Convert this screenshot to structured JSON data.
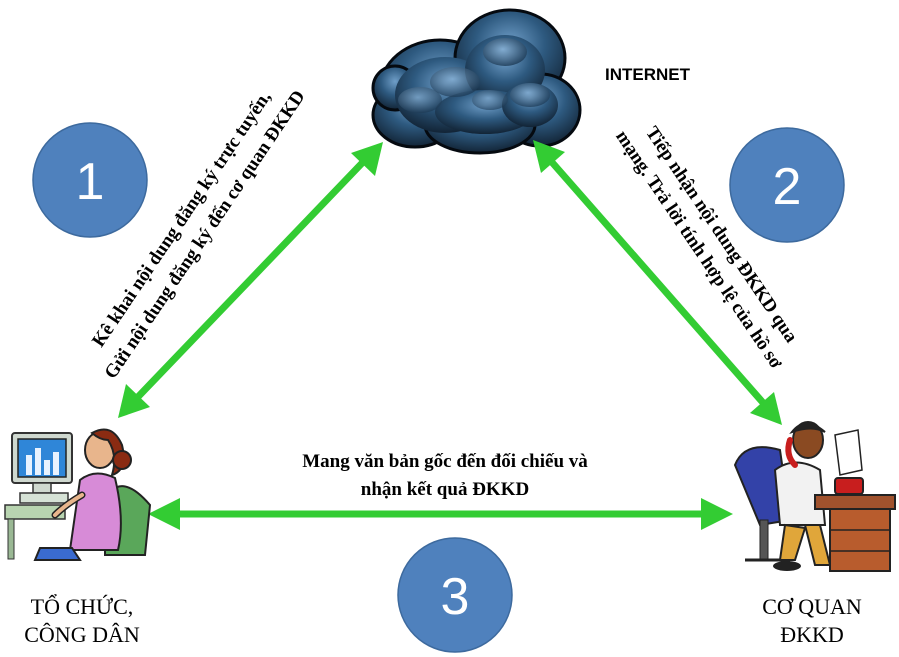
{
  "cloud_label": "INTERNET",
  "steps": [
    {
      "number": "1"
    },
    {
      "number": "2"
    },
    {
      "number": "3"
    }
  ],
  "step1_text": {
    "line1": "Kê khai nội dung đăng ký trực tuyến,",
    "line2": "Gửi nội dung đăng ký đến cơ quan ĐKKD"
  },
  "step2_text": {
    "line1": "Tiếp nhận nội dung ĐKKD qua",
    "line2": "mạng. Trả lời tính hợp lệ của hồ sơ"
  },
  "step3_text": {
    "line1": "Mang văn bản gốc đến đối chiếu và",
    "line2": "nhận kết quả ĐKKD"
  },
  "left_actor": {
    "line1": "TỔ CHỨC,",
    "line2": "CÔNG DÂN"
  },
  "right_actor": {
    "line1": "CƠ QUAN",
    "line2": "ĐKKD"
  },
  "colors": {
    "arrow": "#33cc33",
    "circle": "#4f81bd",
    "cloud": "#1f3b57"
  }
}
